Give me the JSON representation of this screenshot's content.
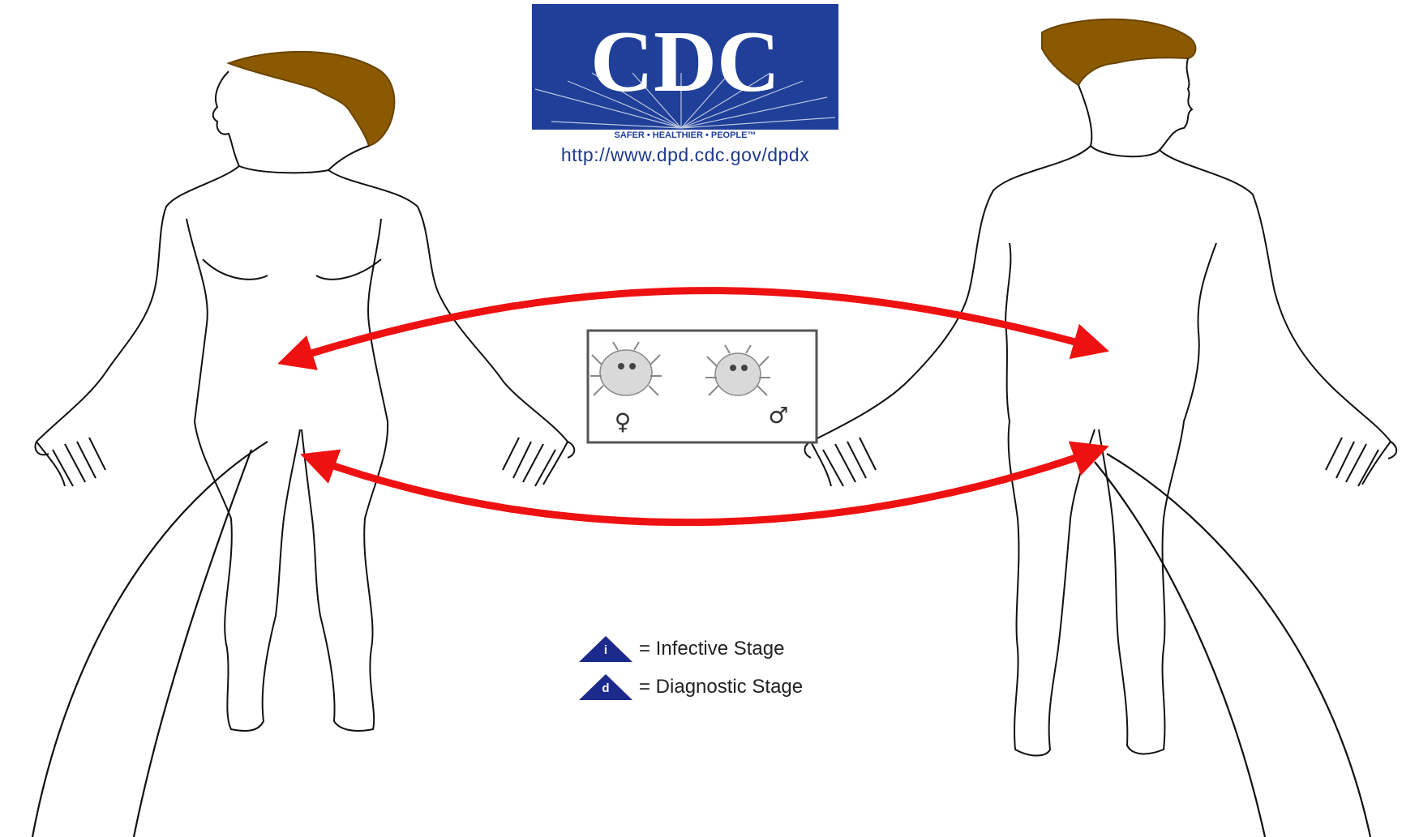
{
  "logo": {
    "text": "CDC",
    "tagline": "SAFER • HEALTHIER • PEOPLE™",
    "url": "http://www.dpd.cdc.gov/dpdx",
    "brand_color": "#1f3f99"
  },
  "specimen_box": {
    "female_symbol": "♀",
    "male_symbol": "♂",
    "icon_names": [
      "louse-female-icon",
      "louse-male-icon"
    ]
  },
  "legend": {
    "infective": {
      "letter": "i",
      "label": "= Infective Stage"
    },
    "diagnostic": {
      "letter": "d",
      "label": "= Diagnostic Stage"
    },
    "marker_color": "#1c2a8c"
  },
  "colors": {
    "hair": "#8b5a00",
    "arrow": "#ee1111",
    "outline": "#111111"
  }
}
